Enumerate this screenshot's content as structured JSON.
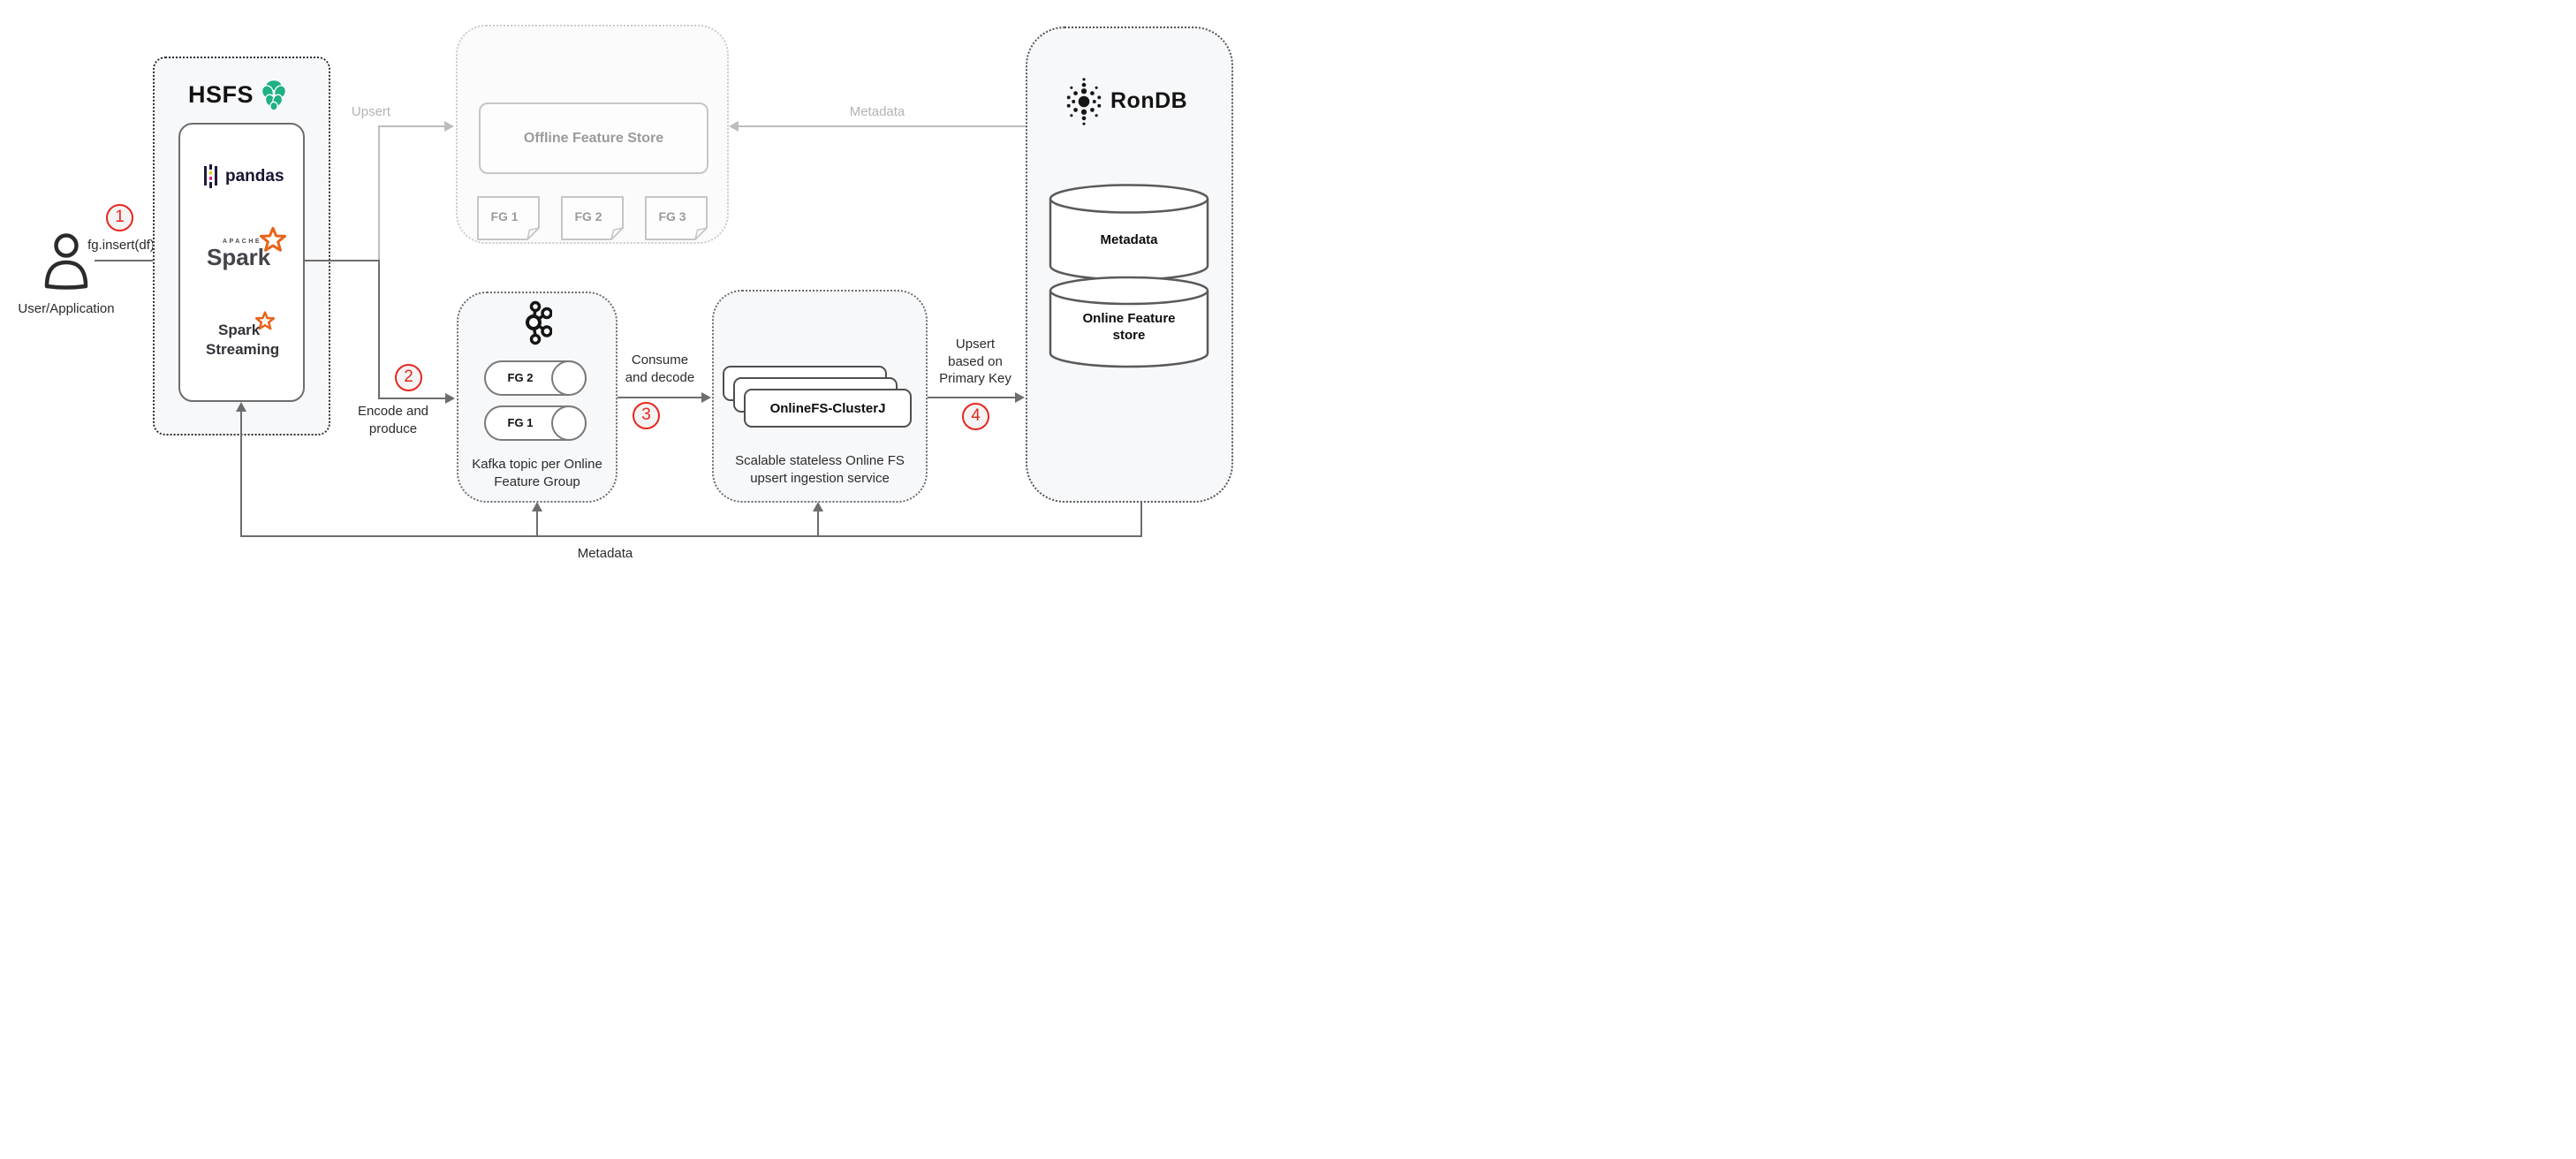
{
  "steps": [
    "1",
    "2",
    "3",
    "4"
  ],
  "user": {
    "label": "User/Application",
    "call": "fg.insert(df)"
  },
  "hsfs": {
    "title": "HSFS",
    "pandas_label": "pandas",
    "spark_apache": "APACHE",
    "spark_label": "Spark",
    "streaming_label1": "Spark",
    "streaming_label2": "Streaming"
  },
  "flows": {
    "upsert": "Upsert",
    "metadata_top": "Metadata",
    "encode": "Encode and produce",
    "consume": "Consume and decode",
    "upsert_pk": "Upsert based on Primary Key",
    "metadata_bottom": "Metadata"
  },
  "offline": {
    "title": "Offline Feature Store",
    "fgs": [
      "FG 1",
      "FG 2",
      "FG 3"
    ]
  },
  "kafka": {
    "topics": [
      "FG 2",
      "FG 1"
    ],
    "caption": "Kafka topic per Online Feature Group"
  },
  "ingestion": {
    "card": "OnlineFS-ClusterJ",
    "caption": "Scalable stateless Online FS upsert ingestion service"
  },
  "rondb": {
    "title": "RonDB",
    "cyl1": "Metadata",
    "cyl2": "Online Feature store"
  },
  "colors": {
    "accent_green": "#1eb182",
    "step_red": "#e8261f",
    "line_dark": "#6d6d6d",
    "line_light": "#bdbdbd",
    "spark_orange": "#e8631a"
  }
}
